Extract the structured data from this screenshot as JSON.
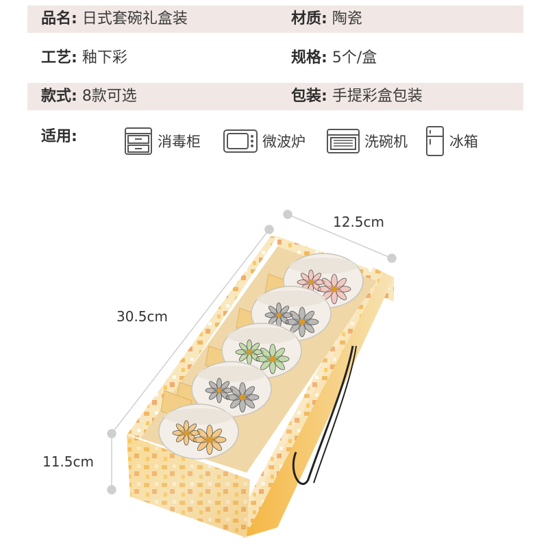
{
  "specs": {
    "name": {
      "label": "品名:",
      "value": "日式套碗礼盒装"
    },
    "material": {
      "label": "材质:",
      "value": "陶瓷"
    },
    "craft": {
      "label": "工艺:",
      "value": "釉下彩"
    },
    "size": {
      "label": "规格:",
      "value": "5个/盒"
    },
    "style": {
      "label": "款式:",
      "value": "8款可选"
    },
    "package": {
      "label": "包装:",
      "value": "手提彩盒包装"
    }
  },
  "usage": {
    "label": "适用:",
    "items": [
      {
        "icon": "disinfection-cabinet-icon",
        "label": "消毒柜"
      },
      {
        "icon": "microwave-icon",
        "label": "微波炉"
      },
      {
        "icon": "dishwasher-icon",
        "label": "洗碗机"
      },
      {
        "icon": "refrigerator-icon",
        "label": "冰箱"
      }
    ]
  },
  "dimensions": {
    "width": "12.5cm",
    "length": "30.5cm",
    "height": "11.5cm"
  },
  "product": {
    "bowl_flower_colors": [
      "#f2a93b",
      "#8c8c8c",
      "#9cc87a",
      "#8c8c8c",
      "#f0a8a0"
    ]
  }
}
